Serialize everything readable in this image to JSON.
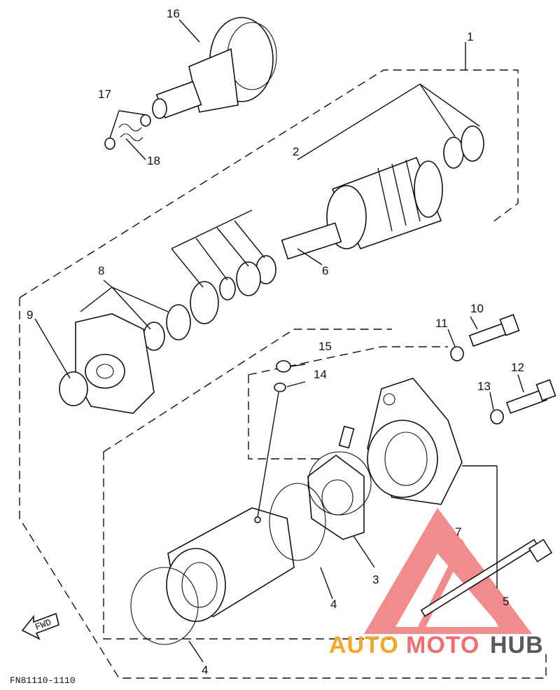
{
  "callouts": [
    "1",
    "2",
    "3",
    "4",
    "4",
    "5",
    "6",
    "7",
    "8",
    "9",
    "10",
    "11",
    "12",
    "13",
    "14",
    "15",
    "16",
    "17",
    "18"
  ],
  "fwd_label": "FWD",
  "figure_code": "FN81110-1110",
  "watermark": {
    "part1": "AUTO",
    "part2": "MOTO",
    "part3": "HUB",
    "color_orange": "#f5a623",
    "color_red": "#f07070",
    "color_gray": "#5a5a5a"
  }
}
